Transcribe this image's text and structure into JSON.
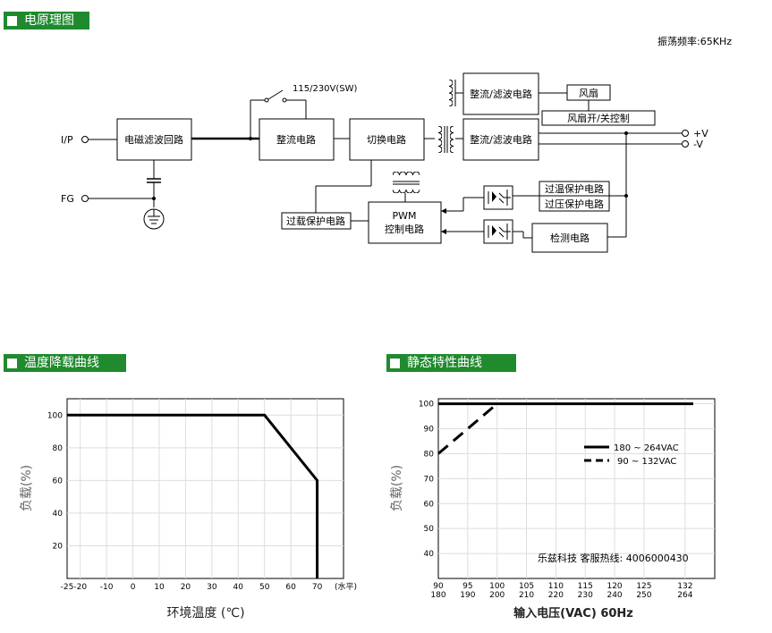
{
  "sections": {
    "block_diagram": "电原理图",
    "derating": "温度降载曲线",
    "static": "静态特性曲线"
  },
  "diagram": {
    "oscillation_freq": "振荡频率:65KHz",
    "input_label": "I/P",
    "fg_label": "FG",
    "switch_label": "115/230V(SW)",
    "emi_filter": "电磁滤波回路",
    "rectifier": "整流电路",
    "switching": "切换电路",
    "rect_filter_fan": "整流/滤波电路",
    "rect_filter_main": "整流/滤波电路",
    "fan": "风扇",
    "fan_control": "风扇开/关控制",
    "pwm_line1": "PWM",
    "pwm_line2": "控制电路",
    "overload": "过载保护电路",
    "ot_protect": "过温保护电路",
    "ov_protect": "过压保护电路",
    "detect": "检测电路",
    "out_pos": "+V",
    "out_neg": "-V"
  },
  "chart_data": [
    {
      "type": "line",
      "title": "",
      "xlabel": "环境温度 (℃)",
      "ylabel": "负载(%)",
      "x_unit_note": "(水平)",
      "xlim": [
        -25,
        80
      ],
      "ylim": [
        0,
        110
      ],
      "xticks": [
        -25,
        -20,
        -10,
        0,
        10,
        20,
        30,
        40,
        50,
        60,
        70
      ],
      "yticks": [
        20,
        40,
        60,
        80,
        100
      ],
      "series": [
        {
          "x": [
            -25,
            50,
            70,
            70
          ],
          "y": [
            100,
            100,
            60,
            0
          ]
        }
      ]
    },
    {
      "type": "line",
      "title": "",
      "xlabel": "输入电压(VAC) 60Hz",
      "ylabel": "负载(%)",
      "xticks_top": [
        "90",
        "95",
        "100",
        "105",
        "110",
        "115",
        "120",
        "125",
        "132"
      ],
      "xticks_bottom": [
        "180",
        "190",
        "200",
        "210",
        "220",
        "230",
        "240",
        "250",
        "264"
      ],
      "yticks": [
        40,
        50,
        60,
        70,
        80,
        90,
        100
      ],
      "ylim": [
        30,
        102
      ],
      "watermark": "乐兹科技 客服热线: 4006000430",
      "series": [
        {
          "name": "180 ~ 264VAC",
          "style": "solid",
          "x": [
            90,
            132
          ],
          "y": [
            100,
            100
          ]
        },
        {
          "name": "90 ~ 132VAC",
          "style": "dashed",
          "x": [
            90,
            100,
            132
          ],
          "y": [
            80,
            100,
            100
          ]
        }
      ]
    }
  ]
}
